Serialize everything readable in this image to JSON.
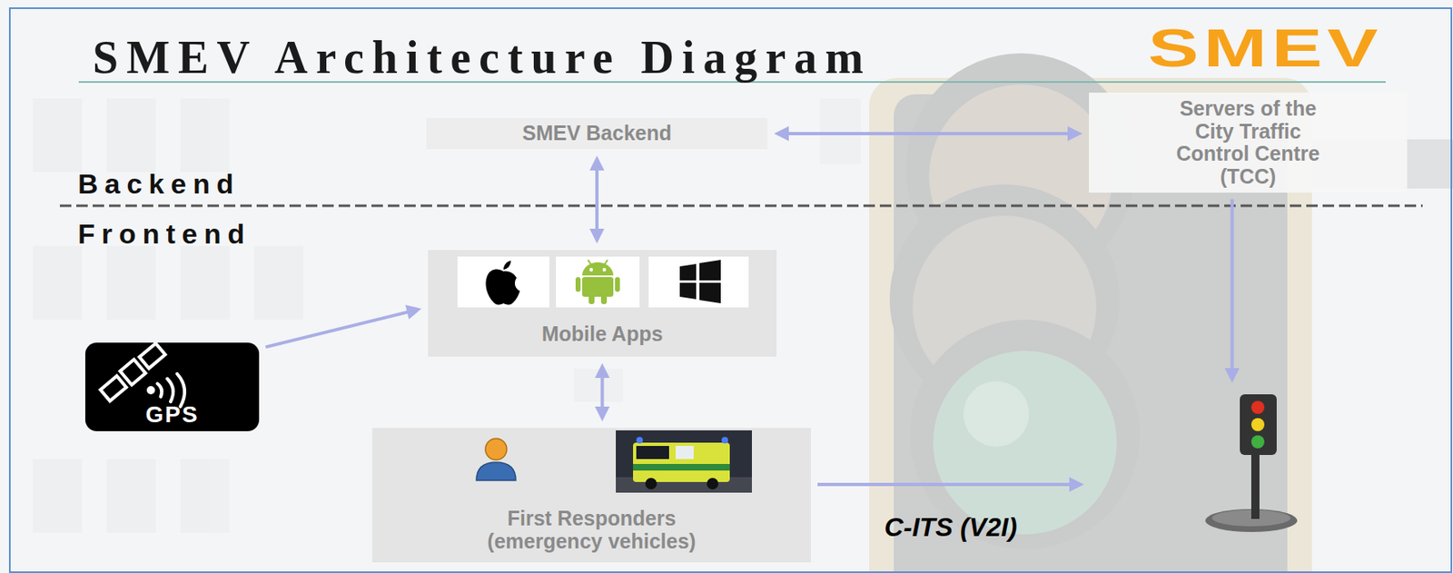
{
  "diagram": {
    "title": "SMEV Architecture Diagram",
    "nodes": [
      {
        "text": [
          "SMEV Backend"
        ]
      },
      {
        "text": [
          "Servers of the City Traffic Control Centre (TCC)"
        ]
      },
      {
        "text": [
          "Mobile Apps"
        ]
      },
      {
        "text": [
          "GPS"
        ]
      },
      {
        "text": [
          "First Responders (emergency vehicles)"
        ]
      },
      {
        "text": []
      }
    ],
    "edges": [
      {
        "from": 0,
        "to": 1,
        "arrow": "both"
      },
      {
        "from": 0,
        "to": 2,
        "arrow": "both"
      },
      {
        "from": 3,
        "to": 2,
        "arrow": "to"
      },
      {
        "from": 2,
        "to": 4,
        "arrow": "both"
      },
      {
        "from": 1,
        "to": 5,
        "arrow": "to"
      },
      {
        "from": 4,
        "to": 5,
        "arrow": "to",
        "label": "C-ITS (V2I)"
      }
    ],
    "labels": [
      "SMEV",
      "Backend",
      "Frontend"
    ]
  }
}
